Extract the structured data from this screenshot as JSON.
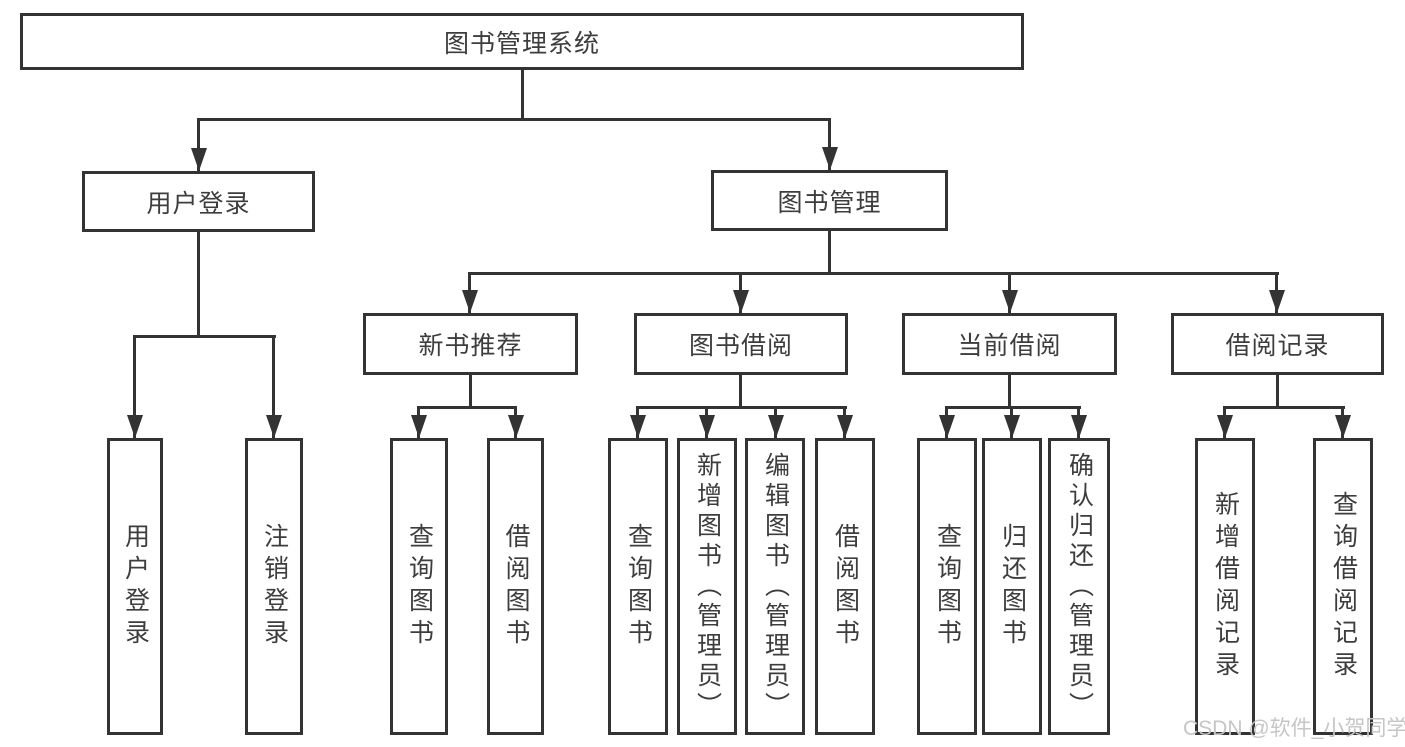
{
  "diagram": {
    "type": "hierarchy-tree",
    "tree": {
      "root": {
        "label": "图书管理系统",
        "children": [
          {
            "label": "用户登录",
            "children": [
              {
                "label": "用户登录"
              },
              {
                "label": "注销登录"
              }
            ]
          },
          {
            "label": "图书管理",
            "children": [
              {
                "label": "新书推荐",
                "children": [
                  {
                    "label": "查询图书"
                  },
                  {
                    "label": "借阅图书"
                  }
                ]
              },
              {
                "label": "图书借阅",
                "children": [
                  {
                    "label": "查询图书"
                  },
                  {
                    "label": "新增图书（管理员）"
                  },
                  {
                    "label": "编辑图书（管理员）"
                  },
                  {
                    "label": "借阅图书"
                  }
                ]
              },
              {
                "label": "当前借阅",
                "children": [
                  {
                    "label": "查询图书"
                  },
                  {
                    "label": "归还图书"
                  },
                  {
                    "label": "确认归还（管理员）"
                  }
                ]
              },
              {
                "label": "借阅记录",
                "children": [
                  {
                    "label": "新增借阅记录"
                  },
                  {
                    "label": "查询借阅记录"
                  }
                ]
              }
            ]
          }
        ]
      }
    },
    "colors": {
      "line": "#333333",
      "text": "#3d3d3d",
      "background": "#ffffff",
      "watermark": "#c6c6c6"
    }
  },
  "watermark": {
    "text": "CSDN @软件_小贺同学"
  }
}
